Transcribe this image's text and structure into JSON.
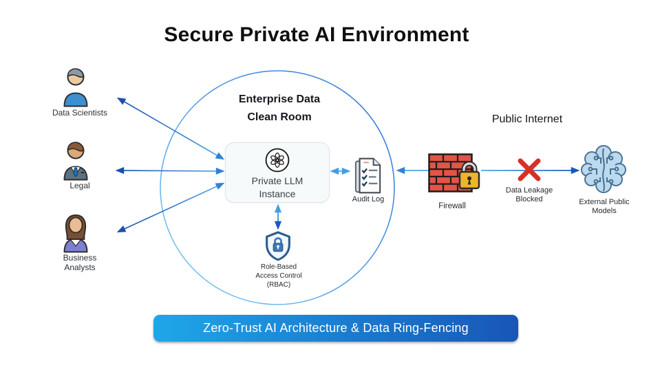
{
  "title": "Secure Private AI Environment",
  "personas": [
    {
      "id": "data-scientists",
      "label": "Data Scientists",
      "icon": "person-user-icon"
    },
    {
      "id": "legal",
      "label": "Legal",
      "icon": "person-suit-tie-icon"
    },
    {
      "id": "business-analysts",
      "label": "Business Analysts",
      "icon": "person-woman-icon"
    }
  ],
  "clean_room": {
    "title_line1": "Enterprise Data",
    "title_line2": "Clean Room",
    "llm_box": {
      "line1": "Private LLM",
      "line2": "Instance",
      "icon": "openai-knot-icon"
    },
    "rbac": {
      "line1": "Role-Based",
      "line2": "Access Control",
      "line3": "(RBAC)",
      "icon": "shield-lock-icon"
    },
    "audit": {
      "label": "Audit Log",
      "icon": "document-checklist-icon"
    }
  },
  "internet_zone": {
    "label": "Public Internet",
    "firewall": {
      "label": "Firewall",
      "icon": "brick-wall-padlock-icon"
    },
    "leakage": {
      "line1": "Data Leakage",
      "line2": "Blocked",
      "icon": "red-x-icon"
    },
    "external": {
      "line1": "External Public",
      "line2": "Models",
      "icon": "brain-circuit-icon"
    }
  },
  "banner": {
    "label": "Zero-Trust AI Architecture & Data Ring-Fencing"
  },
  "colors": {
    "banner_left": "#1ea7e9",
    "banner_right": "#1856b6",
    "arrow_dark": "#1d4fae",
    "arrow_light": "#5aaee8",
    "arrow_deep": "#1b57c0",
    "circle_light": "#7fd0f7",
    "circle_dark": "#2d6fd6",
    "blocked_x": "#d93025",
    "firewall_brick": "#e25446",
    "padlock_gold": "#f0b42c",
    "brain_fill": "#bcd9ee",
    "shield_blue": "#2c5c8f"
  }
}
